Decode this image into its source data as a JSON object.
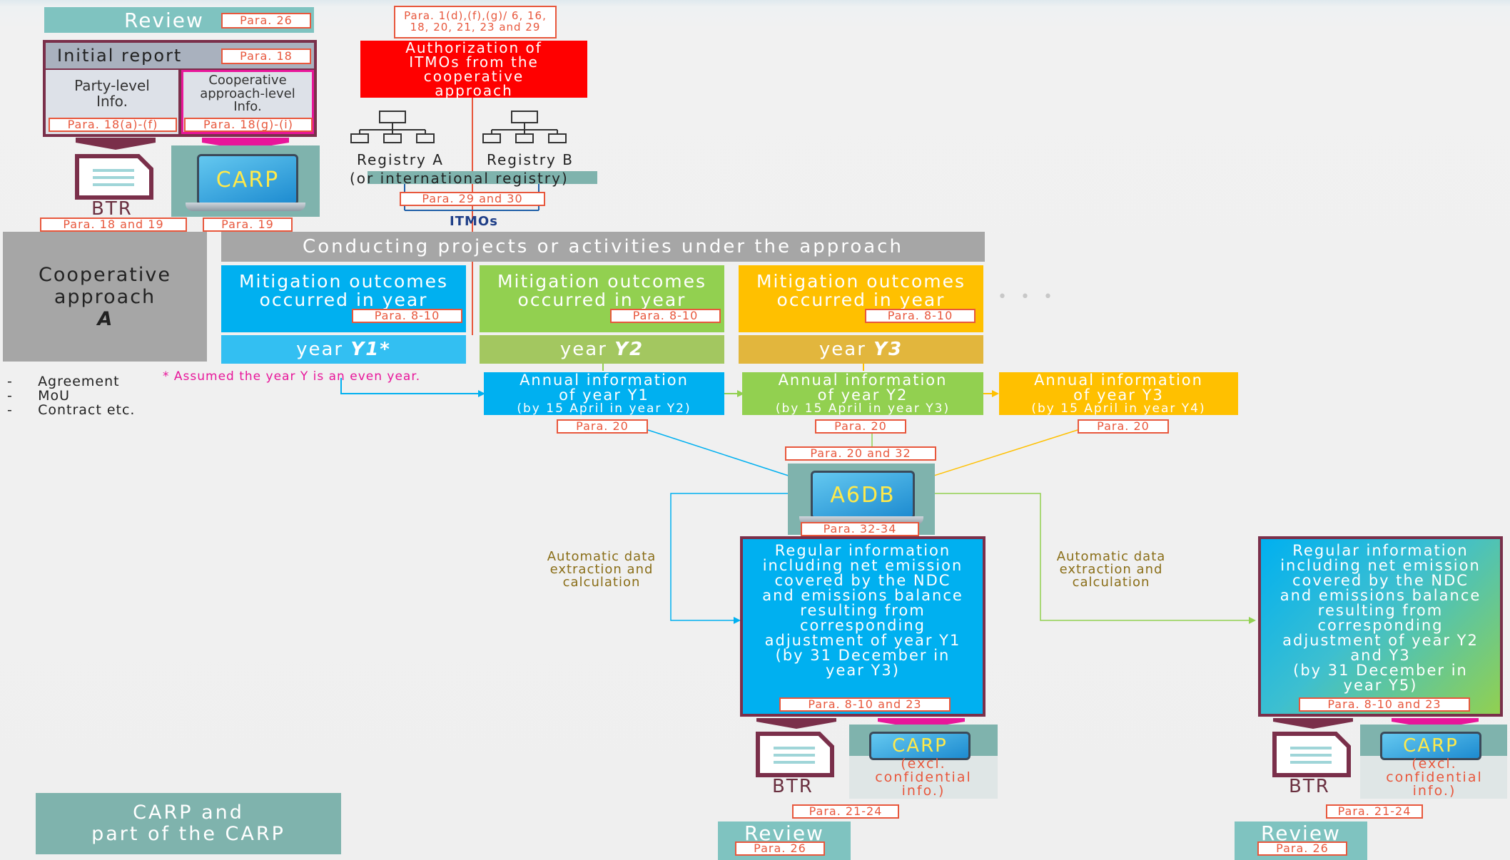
{
  "review_top": {
    "label": "Review",
    "para": "Para. 26"
  },
  "initial_report": {
    "title": "Initial report",
    "para": "Para. 18",
    "party": "Party-level Info.",
    "party_para": "Para. 18(a)-(f)",
    "coop": "Cooperative approach-level Info.",
    "coop_para": "Para. 18(g)-(i)"
  },
  "btr_top": {
    "label": "BTR",
    "para": "Para. 18 and 19"
  },
  "carp_top": {
    "label": "CARP",
    "para": "Para. 19"
  },
  "auth": {
    "para": "Para. 1(d),(f),(g)/ 6, 16, 18, 20, 21, 23 and 29",
    "label": "Authorization of ITMOs from the cooperative approach"
  },
  "registries": {
    "a": "Registry A",
    "b": "Registry B",
    "intl": "(or international registry)",
    "para": "Para. 29 and 30",
    "itmos": "ITMOs"
  },
  "coop_approach": {
    "line1": "Cooperative",
    "line2": "approach",
    "line3": "A"
  },
  "conducting": "Conducting projects or activities under the approach",
  "mitigation": [
    {
      "text": "Mitigation outcomes occurred in year",
      "para": "Para. 8-10",
      "year": "year ",
      "yname": "Y1*"
    },
    {
      "text": "Mitigation outcomes occurred in year",
      "para": "Para. 8-10",
      "year": "year ",
      "yname": "Y2"
    },
    {
      "text": "Mitigation outcomes occurred in year",
      "para": "Para. 8-10",
      "year": "year ",
      "yname": "Y3"
    }
  ],
  "ellipsis": "• • •",
  "agreements": [
    "Agreement",
    "MoU",
    "Contract etc."
  ],
  "footnote": "* Assumed the year Y is an even year.",
  "annual": [
    {
      "l1": "Annual information",
      "l2": "of year Y1",
      "l3": "(by 15 April in year Y2)",
      "para": "Para. 20"
    },
    {
      "l1": "Annual information",
      "l2": "of year Y2",
      "l3": "(by 15 April in year Y3)",
      "para": "Para. 20"
    },
    {
      "l1": "Annual information",
      "l2": "of year Y3",
      "l3": "(by 15 April in year Y4)",
      "para": "Para. 20"
    }
  ],
  "a6db": {
    "label": "A6DB",
    "para_top": "Para. 20 and 32",
    "para_bottom": "Para. 32-34"
  },
  "auto_left": "Automatic data extraction and calculation",
  "auto_right": "Automatic data extraction and calculation",
  "regular_left": {
    "text": "Regular information\nincluding net emission\ncovered by the NDC\nand emissions balance\nresulting from\ncorresponding\nadjustment of year Y1\n(by 31 December in\nyear Y3)",
    "para": "Para. 8-10 and 23"
  },
  "regular_right": {
    "text": "Regular information\nincluding net emission\ncovered by the NDC\nand emissions balance\nresulting from\ncorresponding\nadjustment of year  Y2\nand  Y3\n(by 31 December in\nyear Y5)",
    "para": "Para. 8-10 and 23"
  },
  "bottom_left": {
    "btr": "BTR",
    "carp": "CARP",
    "carp_sub": "(excl. confidential info.)",
    "para": "Para. 21-24",
    "review": "Review",
    "review_para": "Para. 26"
  },
  "bottom_right": {
    "btr": "BTR",
    "carp": "CARP",
    "carp_sub": "(excl. confidential info.)",
    "para": "Para. 21-24",
    "review": "Review",
    "review_para": "Para. 26"
  },
  "legend": {
    "line1": "CARP and",
    "line2": "part of the CARP"
  },
  "colors": {
    "blue": "#00b0f0",
    "green": "#92d050",
    "yellow": "#ffc000",
    "red": "#ff0000",
    "teal": "#7fb3ad",
    "maroon": "#7a2f4a",
    "magenta": "#e8169a",
    "para": "#e8573c"
  }
}
